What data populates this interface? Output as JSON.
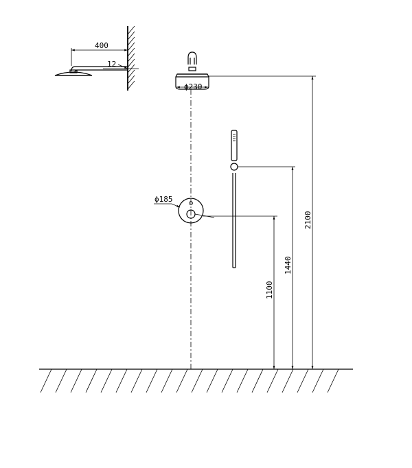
{
  "dimensions": {
    "arm_length": "400",
    "arm_offset": "12",
    "head_diameter": "ϕ230",
    "valve_diameter": "ϕ185",
    "height_head": "2100",
    "height_handheld": "1440",
    "height_valve": "1100"
  },
  "colors": {
    "line": "#000000",
    "background": "#ffffff"
  }
}
